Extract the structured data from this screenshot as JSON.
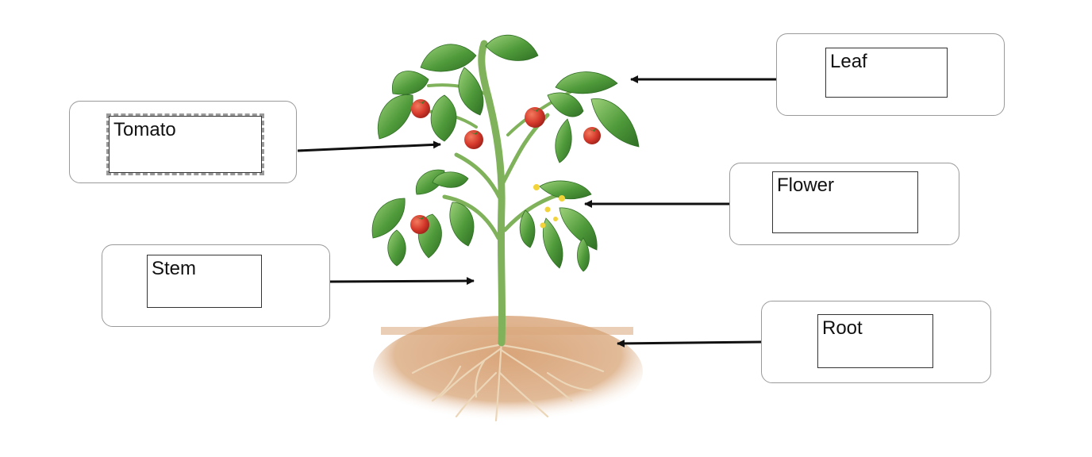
{
  "labels": {
    "tomato": "Tomato",
    "leaf": "Leaf",
    "flower": "Flower",
    "stem": "Stem",
    "root": "Root"
  },
  "icons": {
    "plant": "tomato-plant-illustration",
    "arrow": "arrow-icon"
  },
  "colors": {
    "leaf": "#4f9a3a",
    "leaf_light": "#8cc56a",
    "stem": "#7fb25a",
    "tomato": "#d63a2c",
    "flower": "#f2d43a",
    "soil": "#d9a57a",
    "root": "#e9d2b4",
    "arrow": "#111111",
    "card_border": "#9a9a9a"
  }
}
